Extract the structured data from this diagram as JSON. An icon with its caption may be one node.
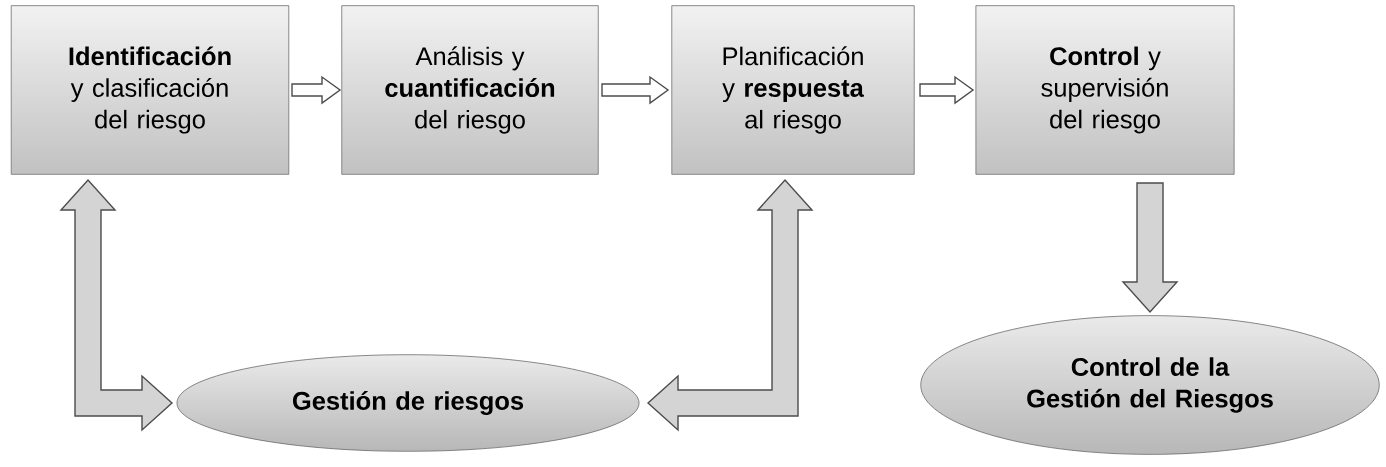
{
  "diagram": {
    "nodes": [
      {
        "text": [
          "**Identificación** y clasificación del riesgo"
        ]
      },
      {
        "text": [
          "Análisis y **cuantificación** del riesgo"
        ]
      },
      {
        "text": [
          "Planificación y **respuesta** al riesgo"
        ]
      },
      {
        "text": [
          "**Control** y supervisión del riesgo"
        ]
      },
      {
        "text": [
          "Gestión de riesgos"
        ]
      },
      {
        "text": [
          "Control de la Gestión del Riesgos"
        ]
      }
    ],
    "edges": [
      {
        "from": 0,
        "to": 1,
        "arrow": "to"
      },
      {
        "from": 1,
        "to": 2,
        "arrow": "to"
      },
      {
        "from": 2,
        "to": 3,
        "arrow": "to"
      },
      {
        "from": 3,
        "to": 5,
        "arrow": "to",
        "style": "thick"
      },
      {
        "from": 0,
        "to": 4,
        "arrow": "both",
        "style": "thick"
      },
      {
        "from": 2,
        "to": 4,
        "arrow": "both",
        "style": "thick"
      }
    ]
  }
}
